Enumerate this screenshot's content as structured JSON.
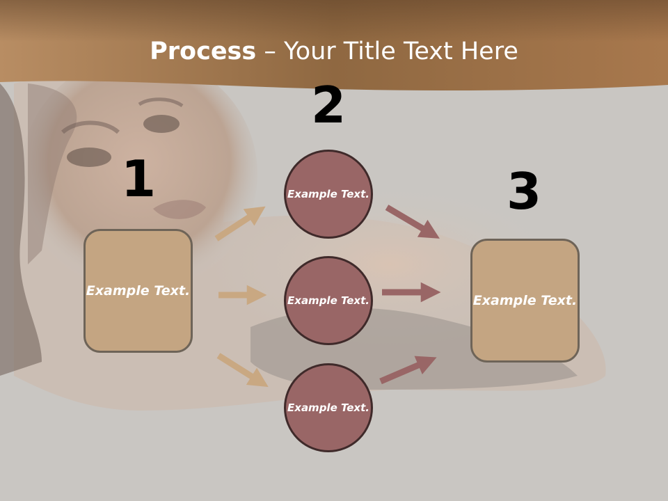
{
  "title": {
    "bold": "Process",
    "rest": " – Your Title Text Here"
  },
  "steps": {
    "one": {
      "number": "1",
      "text": "Example Text."
    },
    "two": {
      "number": "2"
    },
    "three": {
      "number": "3",
      "text": "Example Text."
    }
  },
  "circles": [
    {
      "text": "Example Text."
    },
    {
      "text": "Example Text."
    },
    {
      "text": "Example Text."
    }
  ],
  "colors": {
    "banner": "#9a6e45",
    "box_fill": "#c4a582",
    "circle_fill": "#996666",
    "arrow_tan": "#c9a882",
    "arrow_maroon": "#996666"
  }
}
